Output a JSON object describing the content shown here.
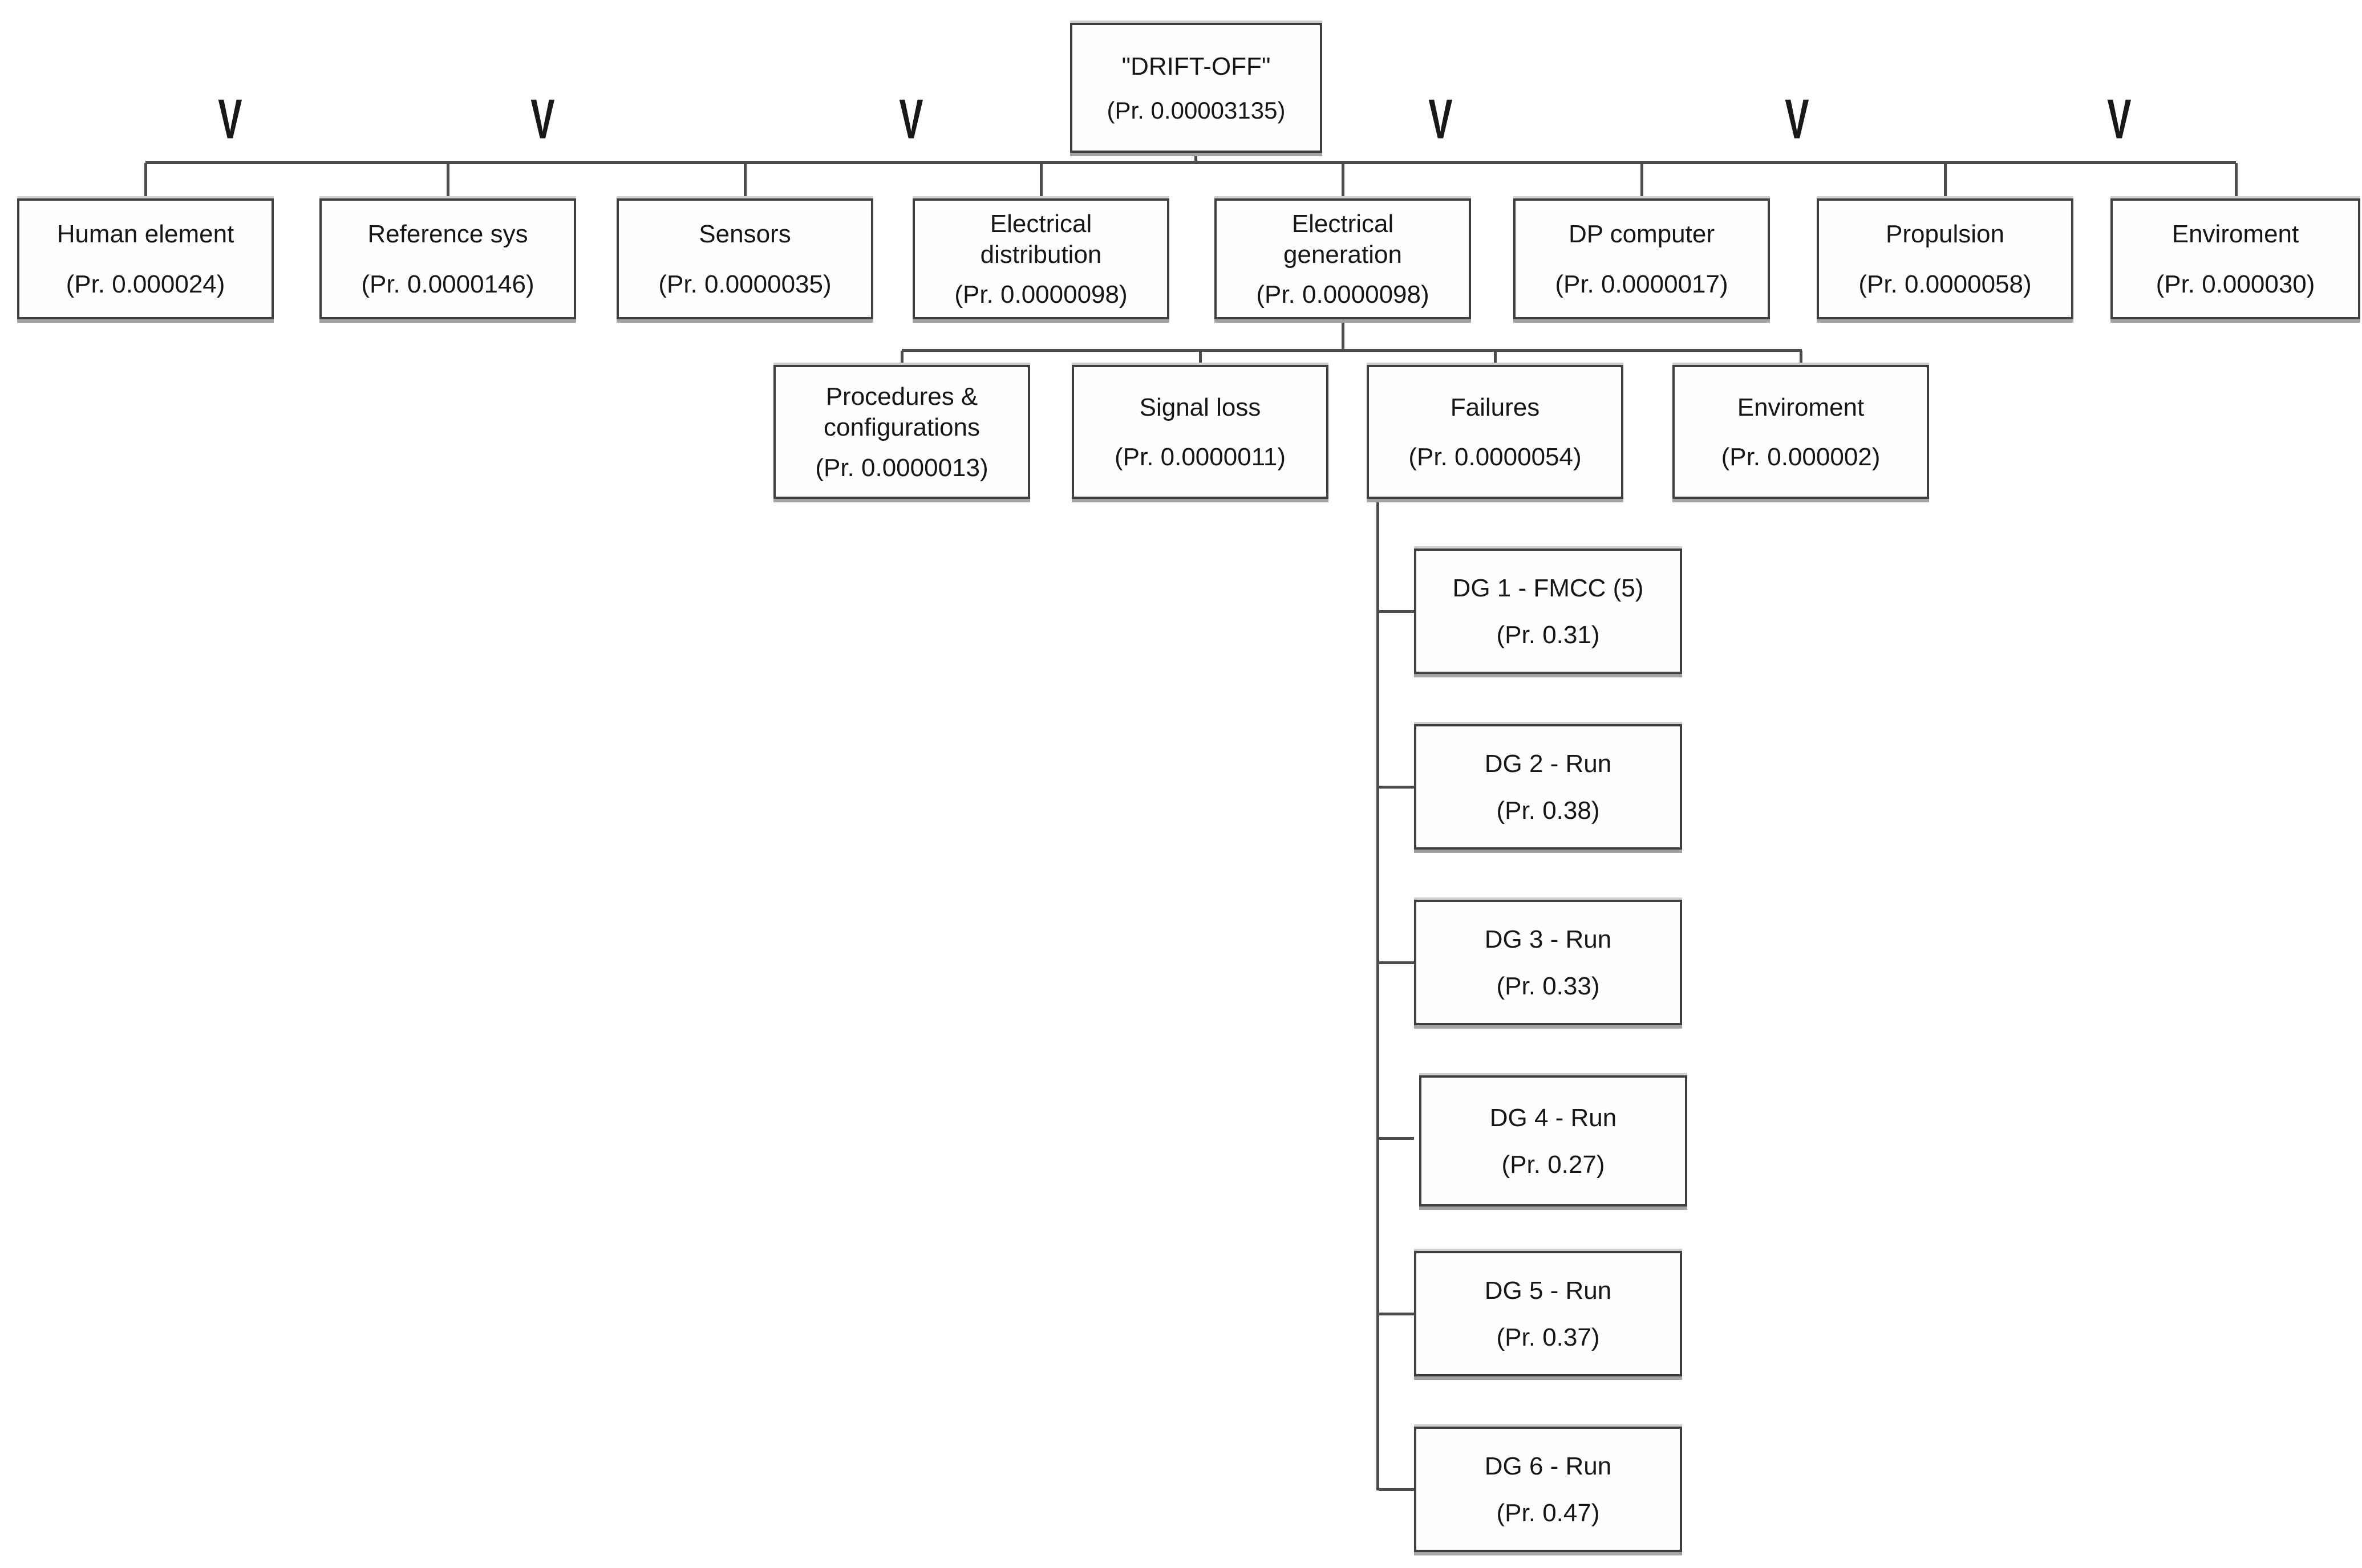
{
  "diagram": {
    "gate_symbol": "V",
    "root": {
      "label": "\"DRIFT-OFF\"",
      "prob": "(Pr. 0.00003135)"
    },
    "level1": [
      {
        "label": "Human element",
        "prob": "(Pr. 0.000024)"
      },
      {
        "label": "Reference sys",
        "prob": "(Pr. 0.0000146)"
      },
      {
        "label": "Sensors",
        "prob": "(Pr. 0.0000035)"
      },
      {
        "label": "Electrical distribution",
        "prob": "(Pr. 0.0000098)"
      },
      {
        "label": "Electrical generation",
        "prob": "(Pr. 0.0000098)"
      },
      {
        "label": "DP computer",
        "prob": "(Pr. 0.0000017)"
      },
      {
        "label": "Propulsion",
        "prob": "(Pr. 0.0000058)"
      },
      {
        "label": "Enviroment",
        "prob": "(Pr. 0.000030)"
      }
    ],
    "level2": [
      {
        "label": "Procedures & configurations",
        "prob": "(Pr. 0.0000013)"
      },
      {
        "label": "Signal loss",
        "prob": "(Pr. 0.0000011)"
      },
      {
        "label": "Failures",
        "prob": "(Pr. 0.0000054)"
      },
      {
        "label": "Enviroment",
        "prob": "(Pr. 0.000002)"
      }
    ],
    "level3": [
      {
        "label": "DG 1 - FMCC (5)",
        "prob": "(Pr. 0.31)"
      },
      {
        "label": "DG 2 - Run",
        "prob": "(Pr. 0.38)"
      },
      {
        "label": "DG 3 - Run",
        "prob": "(Pr. 0.33)"
      },
      {
        "label": "DG 4 - Run",
        "prob": "(Pr. 0.27)"
      },
      {
        "label": "DG 5 - Run",
        "prob": "(Pr. 0.37)"
      },
      {
        "label": "DG 6 - Run",
        "prob": "(Pr. 0.47)"
      }
    ]
  }
}
